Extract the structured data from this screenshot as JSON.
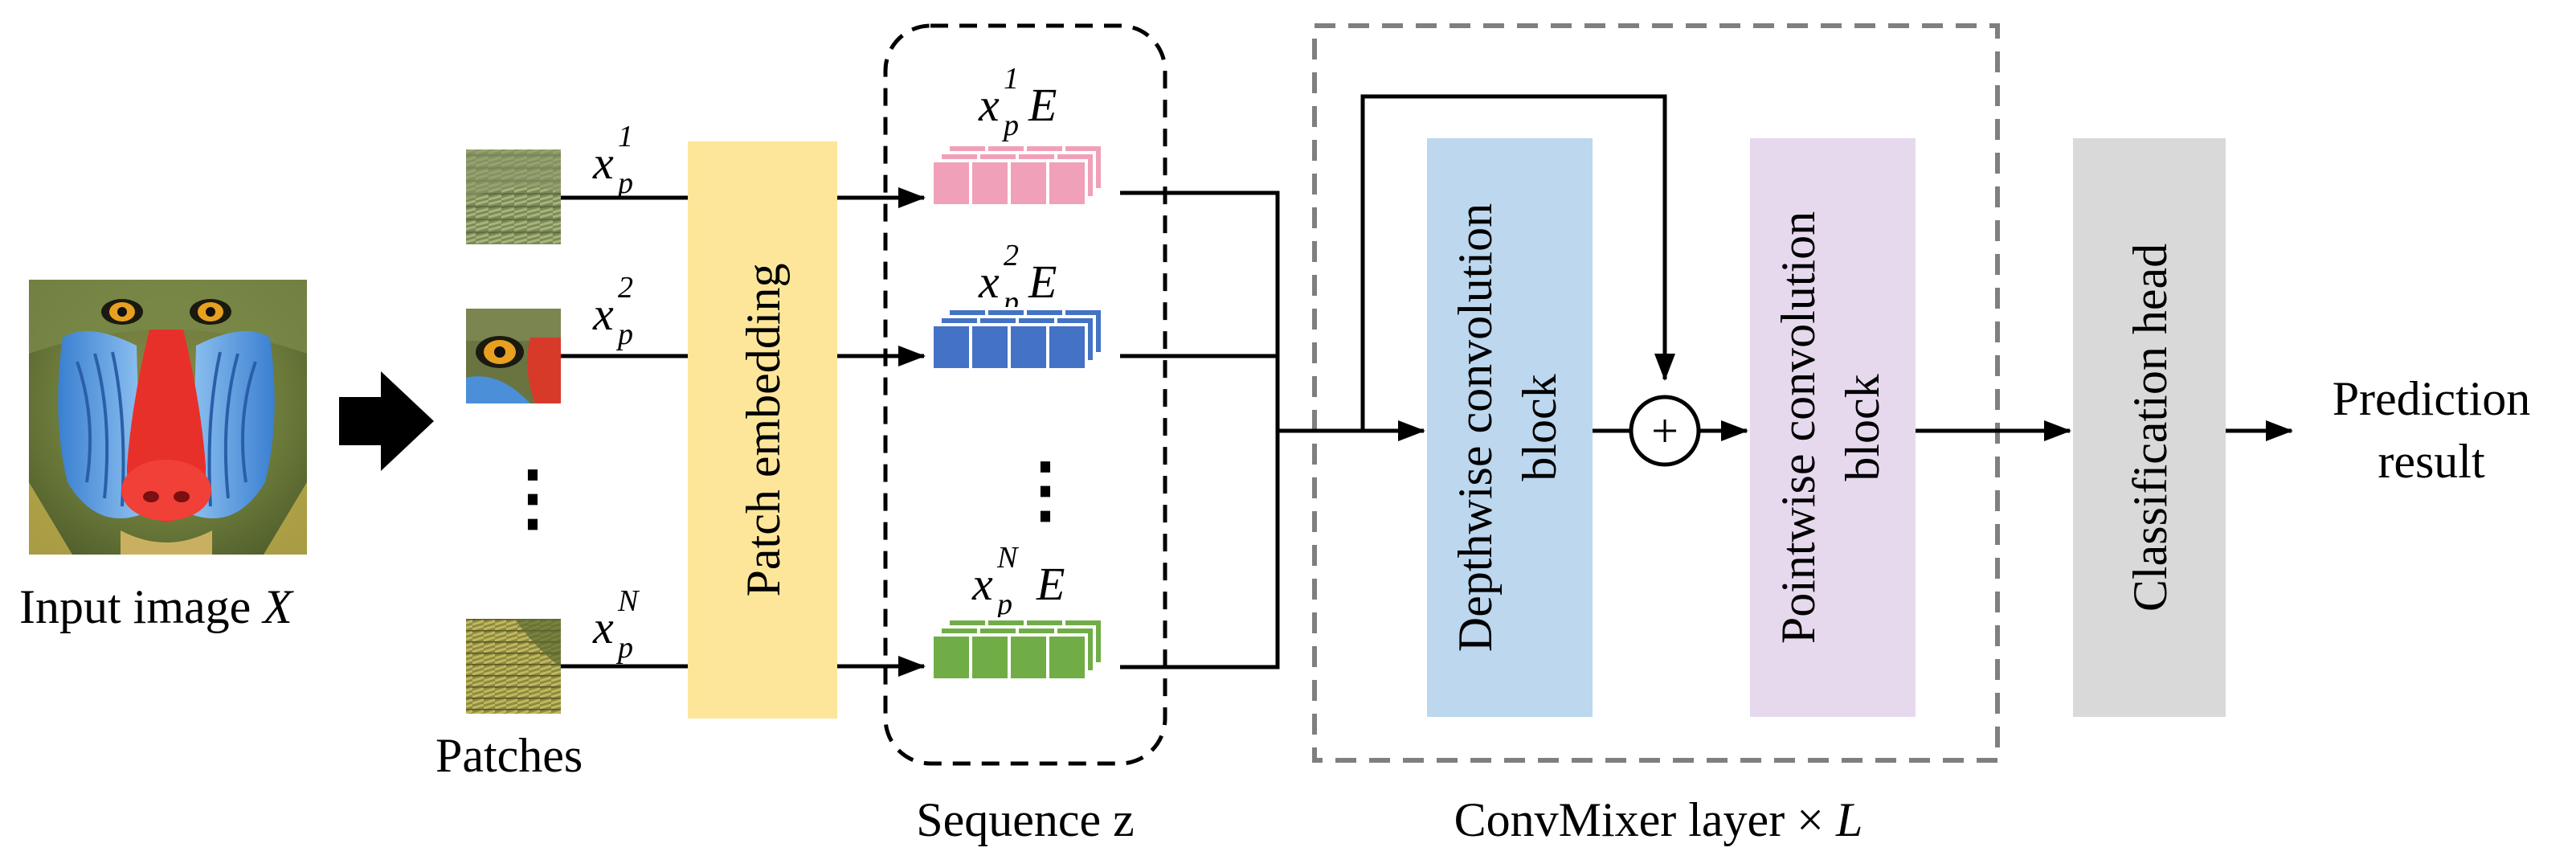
{
  "input": {
    "label_prefix": "Input image ",
    "label_var": "X"
  },
  "patches": {
    "label": "Patches",
    "symbol_base": "x",
    "symbol_sub": "p",
    "items": [
      {
        "sup": "1"
      },
      {
        "sup": "2"
      },
      {
        "sup": "N"
      }
    ],
    "ellipsis": "⋮"
  },
  "patch_embedding": {
    "label": "Patch embedding",
    "color": "#fde69a"
  },
  "sequence": {
    "label": "Sequence z",
    "embed_suffix": "E",
    "ellipsis": "⋮",
    "colors": [
      "#f0a0b8",
      "#4472c4",
      "#70ad47"
    ]
  },
  "convmixer": {
    "label_prefix": "ConvMixer layer × ",
    "label_var": "L",
    "depthwise_line1": "Depthwise convolution",
    "depthwise_line2": "block",
    "depthwise_color": "#bcd7ee",
    "pointwise_line1": "Pointwise convolution",
    "pointwise_line2": "block",
    "pointwise_color": "#e6d9ee",
    "add_symbol": "+"
  },
  "classification_head": {
    "label": "Classification head",
    "color": "#d9d9d9"
  },
  "output": {
    "line1": "Prediction",
    "line2": "result"
  }
}
